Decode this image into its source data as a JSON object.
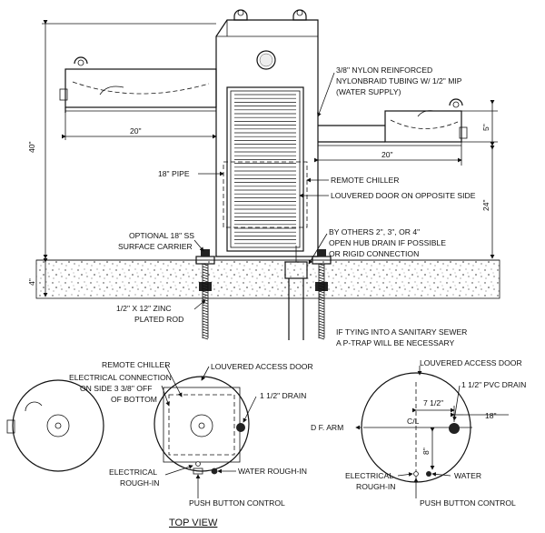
{
  "elevation": {
    "dims": {
      "height_40": "40\"",
      "height_4": "4\"",
      "left_width_20": "20\"",
      "right_width_20": "20\"",
      "height_5": "5\"",
      "height_24": "24\""
    },
    "labels": {
      "tubing": [
        "3/8\" NYLON REINFORCED",
        "NYLONBRAID TUBING W/ 1/2\" MIP",
        "(WATER SUPPLY)"
      ],
      "pipe": "18\" PIPE",
      "remote_chiller": "REMOTE CHILLER",
      "louvered_door": "LOUVERED DOOR ON OPPOSITE SIDE",
      "surface_carrier": [
        "OPTIONAL 18\" SS",
        "SURFACE CARRIER"
      ],
      "drain": [
        "BY OTHERS 2\", 3\", OR 4\"",
        "OPEN HUB DRAIN IF POSSIBLE",
        "OR RIGID CONNECTION"
      ],
      "zinc_rod": [
        "1/2\" X 12\" ZINC",
        "PLATED ROD"
      ],
      "sanitary": [
        "IF TYING INTO A SANITARY SEWER",
        "A P-TRAP WILL BE NECESSARY"
      ]
    }
  },
  "top_view": {
    "title": "TOP VIEW",
    "labels": {
      "remote_chiller": "REMOTE CHILLER",
      "electrical_connection": [
        "ELECTRICAL CONNECTION",
        "ON SIDE 3 3/8\" OFF",
        "OF BOTTOM"
      ],
      "louvered_access_door": "LOUVERED ACCESS DOOR",
      "drain": "1 1/2\" DRAIN",
      "electrical_rough_in": [
        "ELECTRICAL",
        "ROUGH-IN"
      ],
      "water_rough_in": "WATER ROUGH-IN",
      "push_button": "PUSH BUTTON CONTROL"
    }
  },
  "plan_view": {
    "labels": {
      "louvered_access_door": "LOUVERED ACCESS DOOR",
      "pvc_drain": "1 1/2\" PVC DRAIN",
      "df_arm": "D F. ARM",
      "centerline": "C/L",
      "dim_7_half": "7 1/2\"",
      "dim_18": "18\"",
      "dim_8": "8\"",
      "electrical_rough_in": [
        "ELECTRICAL",
        "ROUGH-IN"
      ],
      "water": "WATER",
      "push_button": "PUSH BUTTON CONTROL"
    }
  }
}
